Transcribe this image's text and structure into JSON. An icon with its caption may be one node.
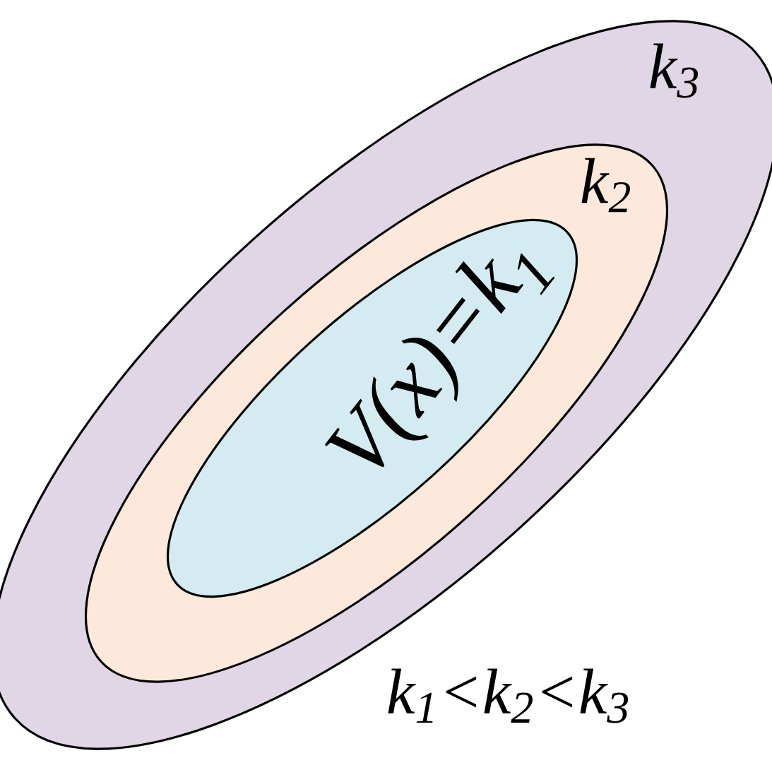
{
  "diagram": {
    "nodes": [
      {
        "text": [
          "k$_{3}$"
        ]
      },
      {
        "text": [
          "k$_{2}$"
        ],
        "in": 0
      },
      {
        "text": [
          "V(x)=k$_{1}$"
        ],
        "in": 1
      }
    ],
    "labels": [
      "k$_{1}$<k$_{2}$<k$_{3}$"
    ]
  }
}
